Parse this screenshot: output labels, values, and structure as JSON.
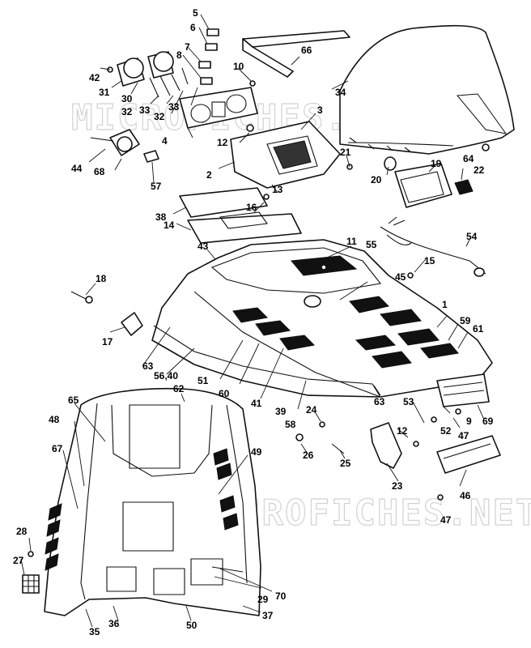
{
  "watermark": "MICROFICHES.NET",
  "labels": {
    "l1": "1",
    "l2": "2",
    "l3": "3",
    "l4": "4",
    "l5": "5",
    "l6": "6",
    "l7": "7",
    "l8": "8",
    "l9": "9",
    "l10": "10",
    "l11": "11",
    "l12a": "12",
    "l12b": "12",
    "l13": "13",
    "l14": "14",
    "l15": "15",
    "l16": "16",
    "l17": "17",
    "l18": "18",
    "l19": "19",
    "l20": "20",
    "l21": "21",
    "l22": "22",
    "l23": "23",
    "l24": "24",
    "l25": "25",
    "l26": "26",
    "l27": "27",
    "l28": "28",
    "l29": "29",
    "l30": "30",
    "l31": "31",
    "l32a": "32",
    "l32b": "32",
    "l33a": "33",
    "l33b": "33",
    "l34": "34",
    "l35": "35",
    "l36": "36",
    "l37": "37",
    "l38": "38",
    "l39": "39",
    "l41": "41",
    "l42": "42",
    "l43": "43",
    "l44": "44",
    "l45": "45",
    "l46": "46",
    "l47a": "47",
    "l47b": "47",
    "l48": "48",
    "l49": "49",
    "l50": "50",
    "l51": "51",
    "l52": "52",
    "l53": "53",
    "l54": "54",
    "l55": "55",
    "l5640": "56,40",
    "l57": "57",
    "l58": "58",
    "l59": "59",
    "l60": "60",
    "l61": "61",
    "l62": "62",
    "l63a": "63",
    "l63b": "63",
    "l64": "64",
    "l65": "65",
    "l66": "66",
    "l67": "67",
    "l68": "68",
    "l69": "69",
    "l70": "70"
  }
}
